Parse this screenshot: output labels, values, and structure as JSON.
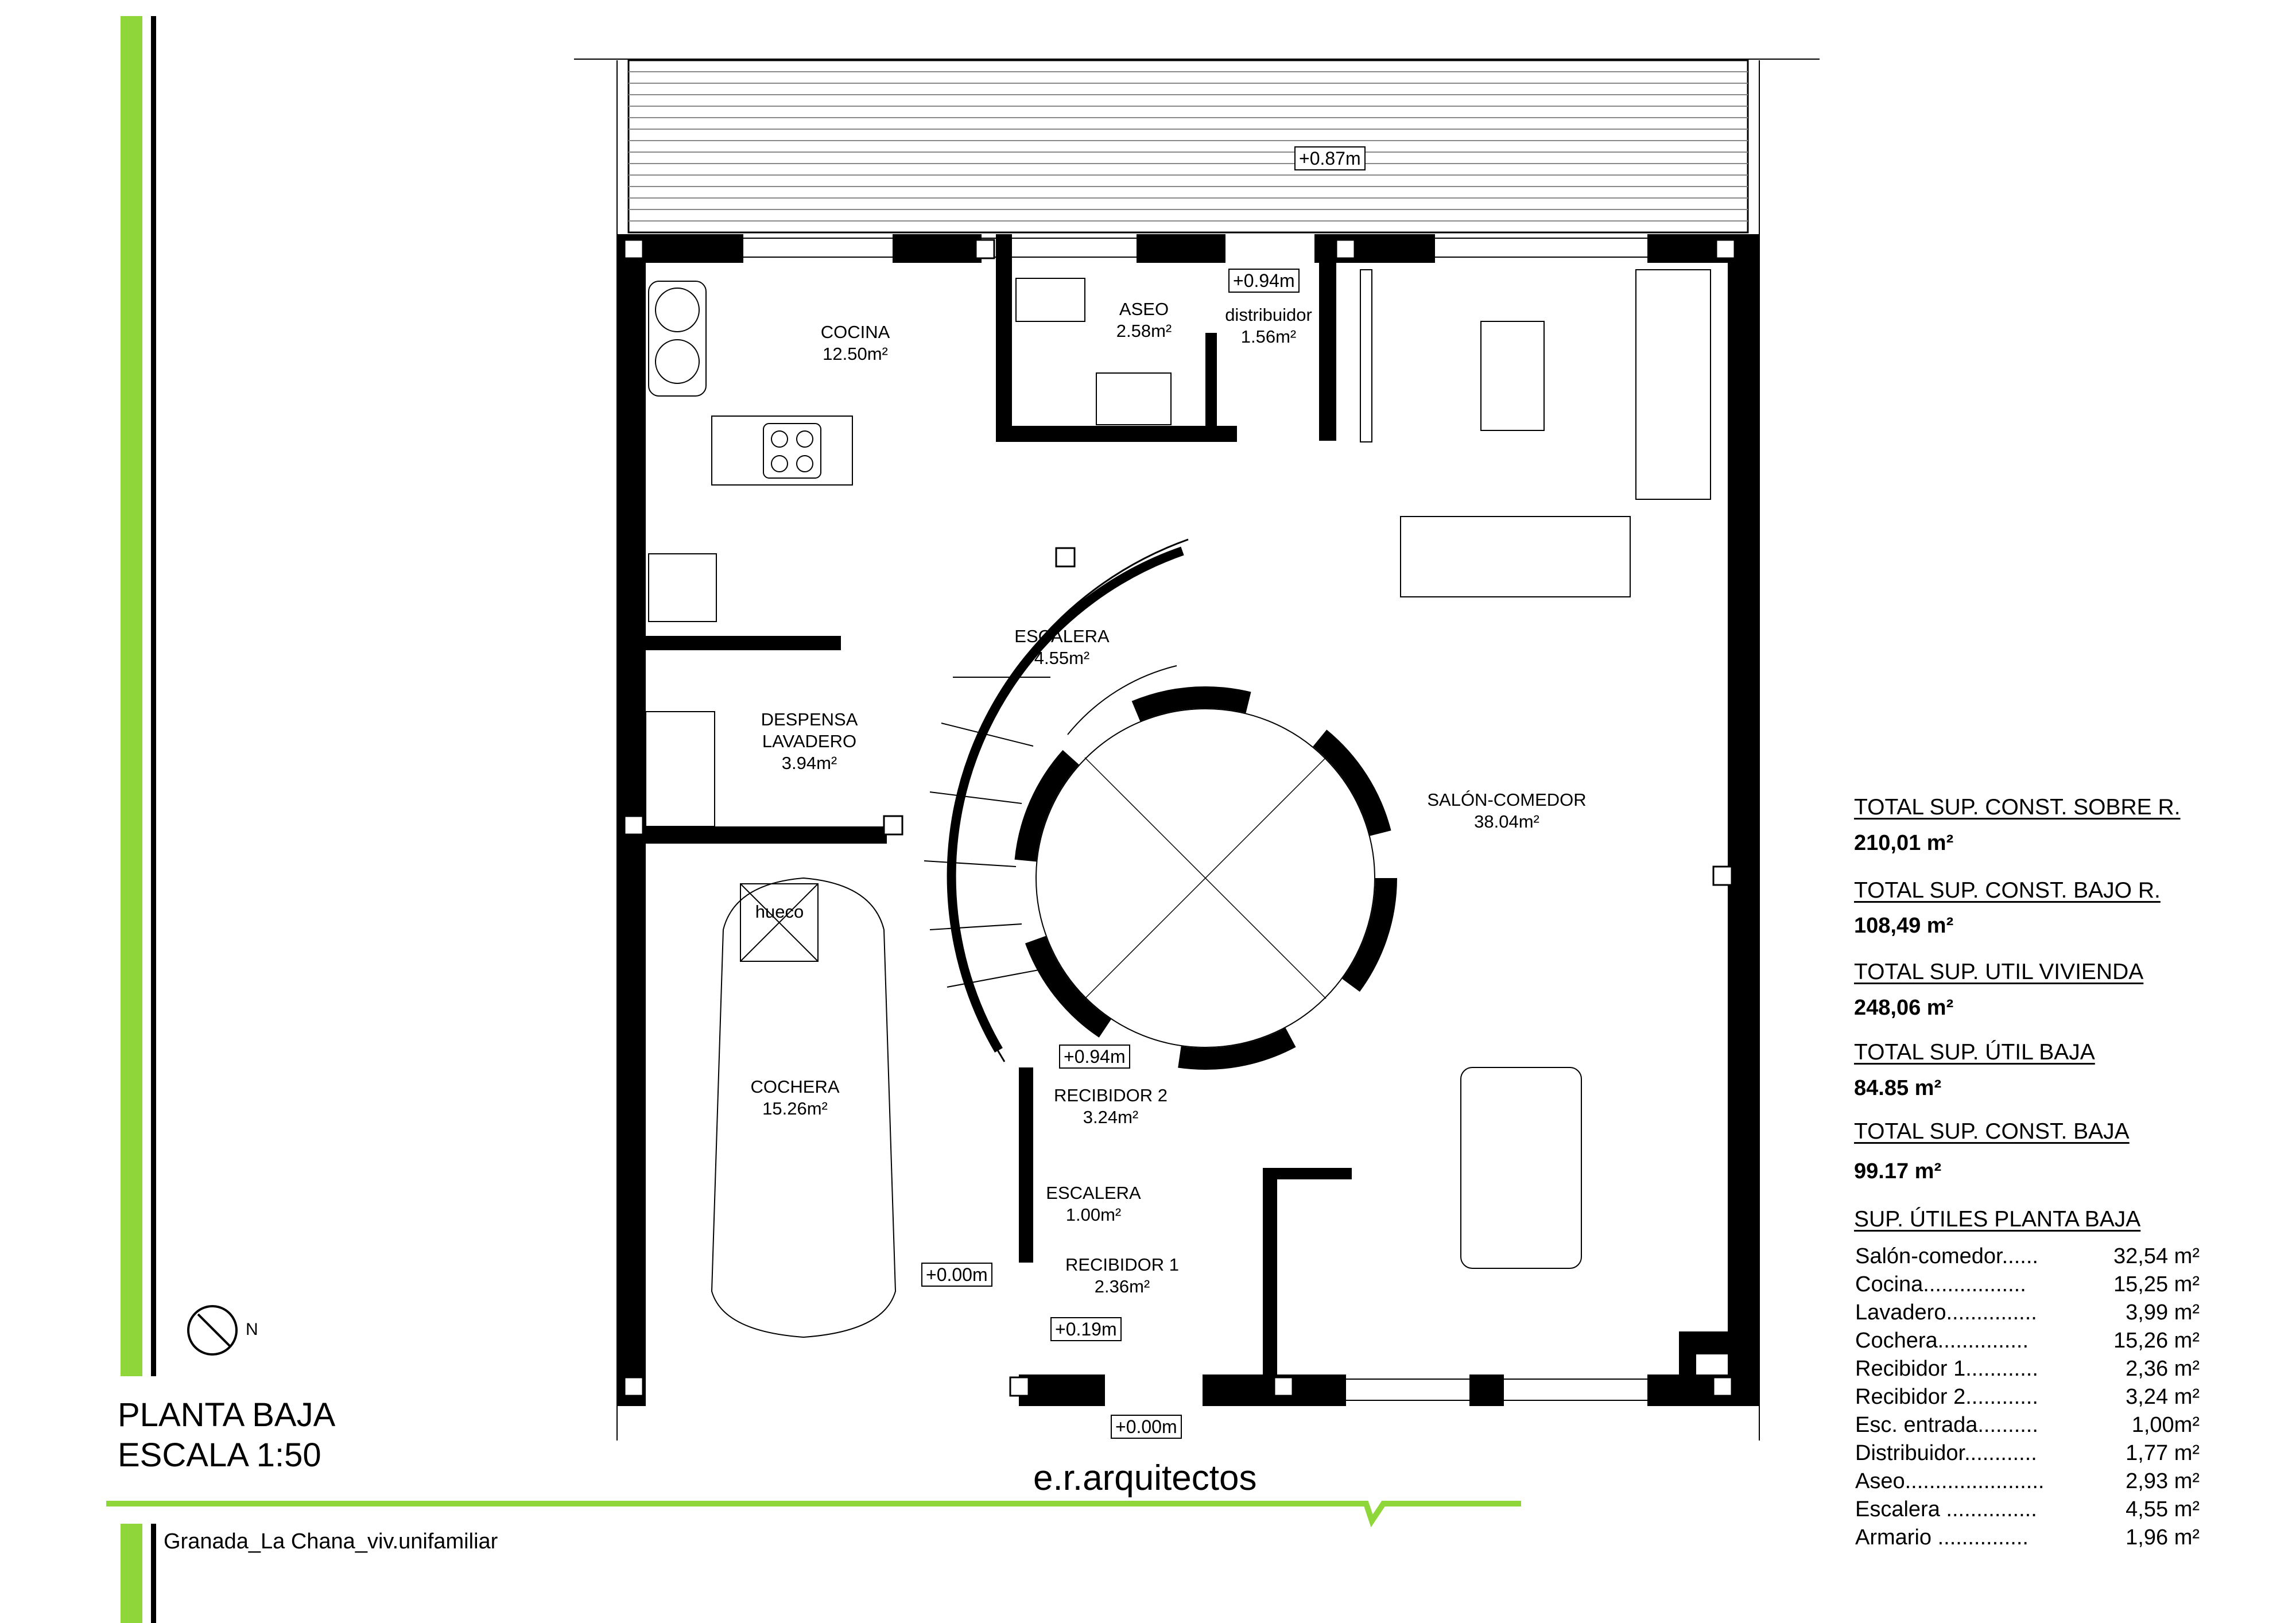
{
  "plan": {
    "title": "PLANTA BAJA",
    "scale": "ESCALA 1:50",
    "location": "Granada_La Chana_viv.unifamiliar",
    "brand": "e.r.arquitectos",
    "north_label": "N"
  },
  "rooms": {
    "cocina": {
      "name": "COCINA",
      "area": "12.50m²"
    },
    "aseo": {
      "name": "ASEO",
      "area": "2.58m²"
    },
    "distribuidor": {
      "name": "distribuidor",
      "area": "1.56m²"
    },
    "escalera": {
      "name": "ESCALERA",
      "area": "4.55m²"
    },
    "despensa": {
      "name1": "DESPENSA",
      "name2": "LAVADERO",
      "area": "3.94m²"
    },
    "salon": {
      "name": "SALÓN-COMEDOR",
      "area": "38.04m²"
    },
    "hueco": {
      "name": "hueco"
    },
    "cochera": {
      "name": "COCHERA",
      "area": "15.26m²"
    },
    "recibidor2": {
      "name": "RECIBIDOR 2",
      "area": "3.24m²"
    },
    "escalera_entrada": {
      "name": "ESCALERA",
      "area": "1.00m²"
    },
    "recibidor1": {
      "name": "RECIBIDOR 1",
      "area": "2.36m²"
    }
  },
  "levels": {
    "terrace": "+0.87m",
    "distribuidor": "+0.94m",
    "recibidor2": "+0.94m",
    "cochera": "+0.00m",
    "recibidor1": "+0.19m",
    "entrance": "+0.00m"
  },
  "totals": [
    {
      "label": "TOTAL SUP. CONST. SOBRE R.",
      "value": "210,01 m²"
    },
    {
      "label": "TOTAL SUP. CONST. BAJO R.",
      "value": "108,49 m²"
    },
    {
      "label": "TOTAL SUP. UTIL VIVIENDA",
      "value": "248,06 m²"
    },
    {
      "label": "TOTAL SUP. ÚTIL BAJA",
      "value": "84.85 m²"
    },
    {
      "label": "TOTAL SUP. CONST. BAJA",
      "value": "99.17 m²"
    }
  ],
  "areas_title": "SUP. ÚTILES PLANTA BAJA",
  "areas": [
    {
      "label": "Salón-comedor......",
      "value": "32,54 m²"
    },
    {
      "label": "Cocina.................",
      "value": "15,25 m²"
    },
    {
      "label": "Lavadero...............",
      "value": "3,99 m²"
    },
    {
      "label": "Cochera...............",
      "value": "15,26 m²"
    },
    {
      "label": "Recibidor 1............",
      "value": "2,36 m²"
    },
    {
      "label": "Recibidor 2............",
      "value": "3,24 m²"
    },
    {
      "label": "Esc. entrada..........",
      "value": "1,00m²"
    },
    {
      "label": "Distribuidor............",
      "value": "1,77 m²"
    },
    {
      "label": "Aseo.......................",
      "value": "2,93 m²"
    },
    {
      "label": "Escalera ...............",
      "value": "4,55 m²"
    },
    {
      "label": "Armario ...............",
      "value": "1,96 m²"
    }
  ],
  "colors": {
    "accent": "#8ed63a",
    "wall": "#000000"
  }
}
